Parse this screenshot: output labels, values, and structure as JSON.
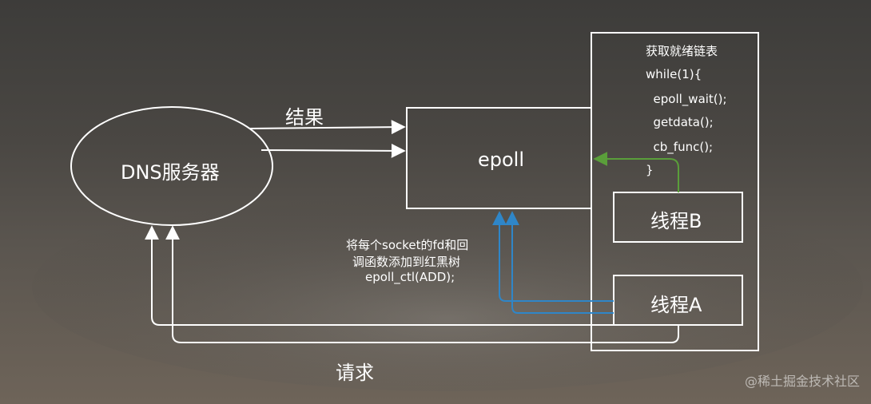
{
  "dns_server": "DNS服务器",
  "epoll": "epoll",
  "thread_a": "线程A",
  "thread_b": "线程B",
  "result_label": "结果",
  "request_label": "请求",
  "add_note": [
    "将每个socket的fd和回",
    "调函数添加到红黑树",
    "epoll_ctl(ADD);"
  ],
  "loop_code": [
    "获取就绪链表",
    "while(1){",
    "  epoll_wait();",
    "  getdata();",
    "  cb_func();",
    "}"
  ],
  "watermark": "@稀土掘金技术社区",
  "colors": {
    "blue_arrow": "#2f86c8",
    "green_arrow": "#5a9e3a",
    "line": "#ffffff"
  }
}
